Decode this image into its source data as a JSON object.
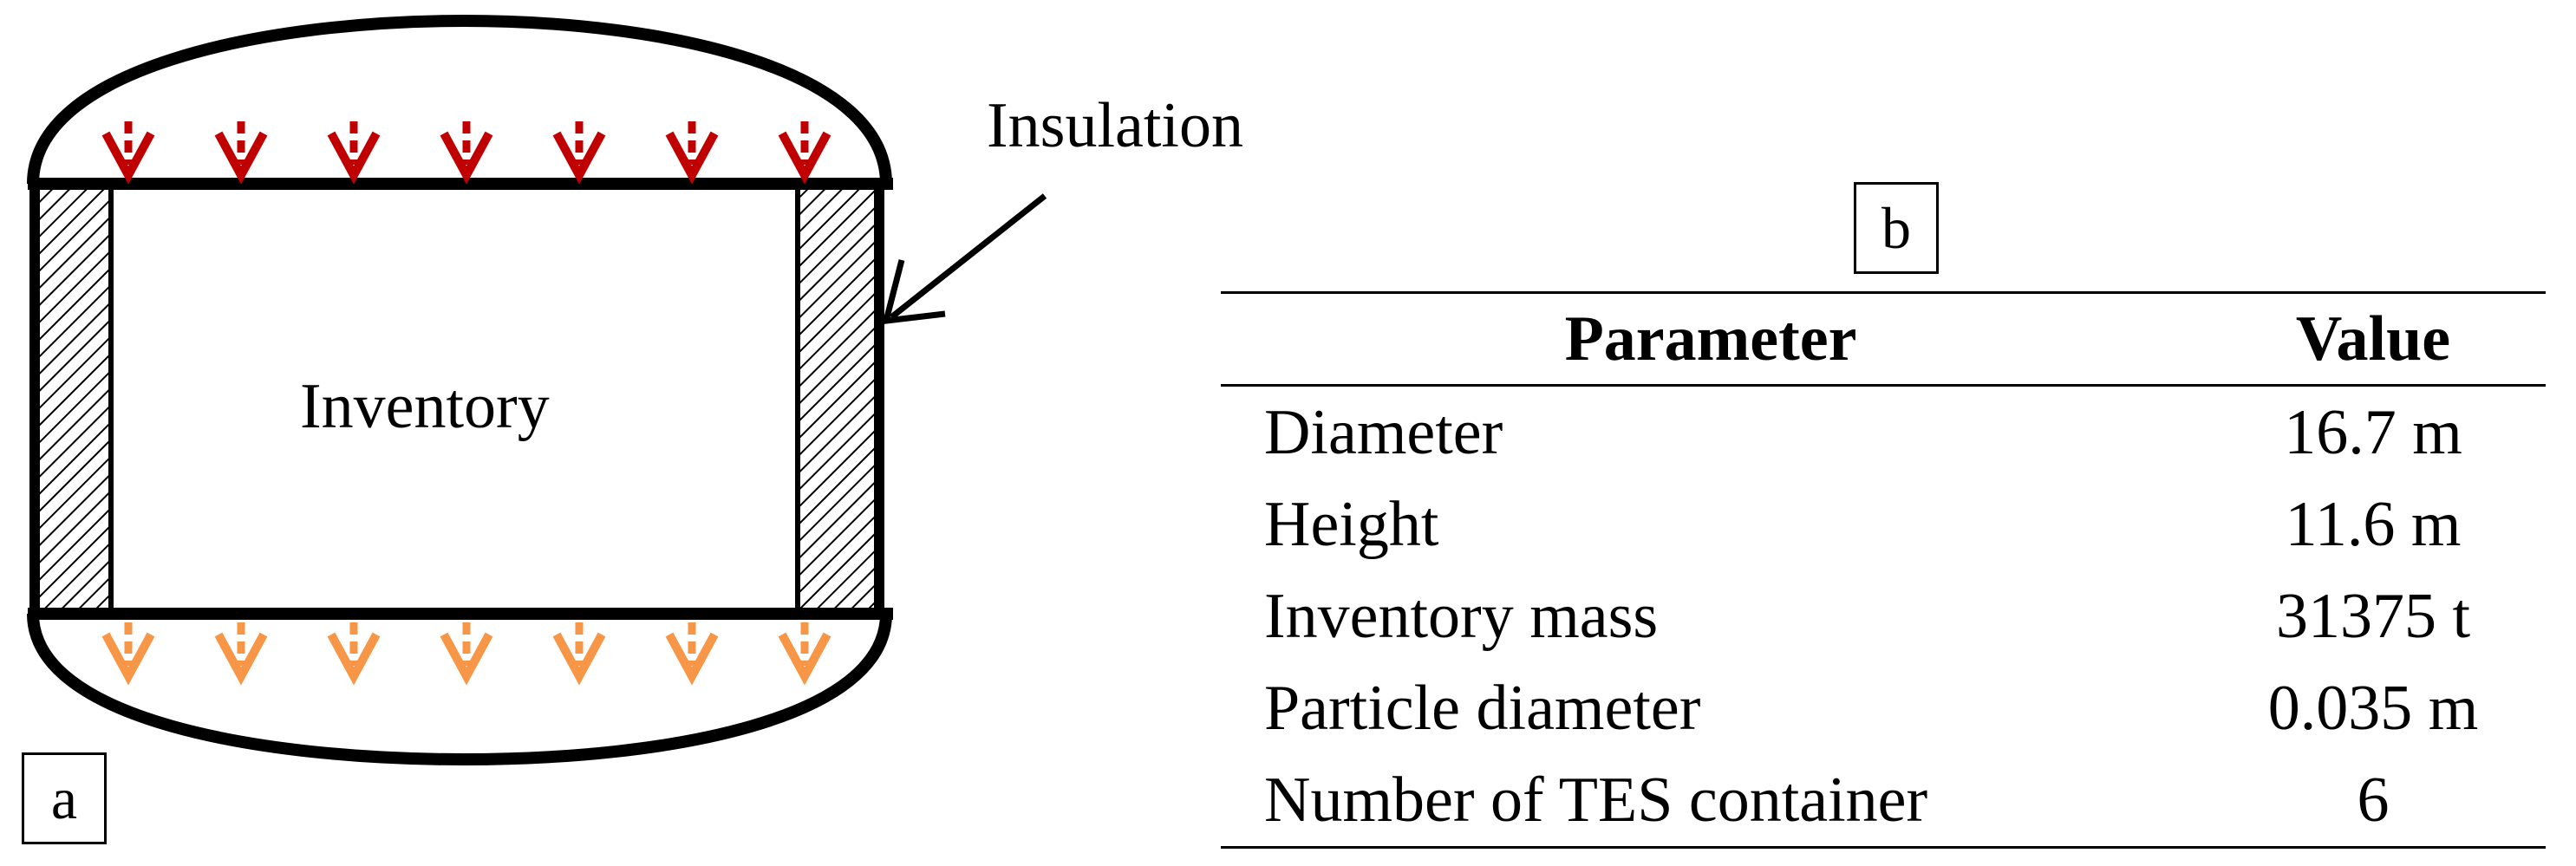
{
  "diagram": {
    "center_label": "Inventory",
    "insulation_label": "Insulation",
    "panel_a": "a",
    "panel_b": "b",
    "top_arrow_color": "#C00000",
    "bottom_arrow_color": "#F79646",
    "insulation_hatch": "diagonal"
  },
  "table": {
    "headers": [
      "Parameter",
      "Value"
    ],
    "rows": [
      [
        "Diameter",
        "16.7 m"
      ],
      [
        "Height",
        "11.6 m"
      ],
      [
        "Inventory mass",
        "31375 t"
      ],
      [
        "Particle diameter",
        "0.035 m"
      ],
      [
        "Number of TES container",
        "6"
      ]
    ]
  }
}
